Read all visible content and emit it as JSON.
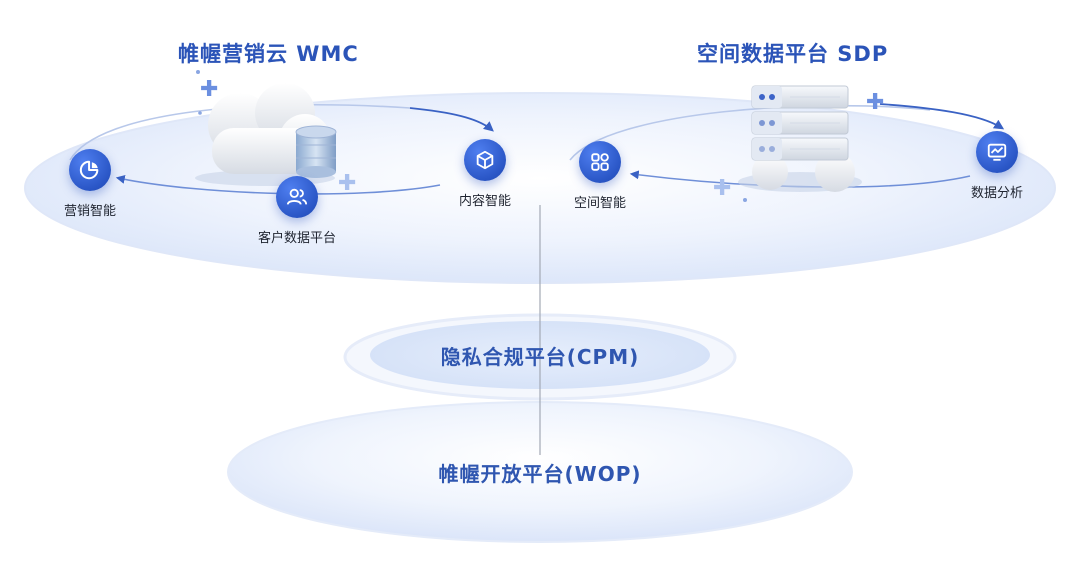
{
  "wmc": {
    "title": "帷幄营销云 WMC"
  },
  "sdp": {
    "title": "空间数据平台 SDP"
  },
  "nodes": {
    "marketing": "营销智能",
    "customer_data": "客户数据平台",
    "content": "内容智能",
    "spatial": "空间智能",
    "data_analysis": "数据分析"
  },
  "platforms": {
    "cpm": "隐私合规平台(CPM)",
    "wop": "帷幄开放平台(WOP)"
  },
  "icons": {
    "marketing": "pie-chart-icon",
    "customer_data": "users-icon",
    "content": "cube-icon",
    "spatial": "apps-grid-icon",
    "data_analysis": "monitor-chart-icon",
    "cloud": "cloud-icon",
    "database": "database-icon",
    "server": "server-rack-icon"
  },
  "colors": {
    "accent": "#2a56c6",
    "title": "#2b54b8",
    "platform_text": "#2f56b0",
    "disc": "#e3ebfb"
  }
}
